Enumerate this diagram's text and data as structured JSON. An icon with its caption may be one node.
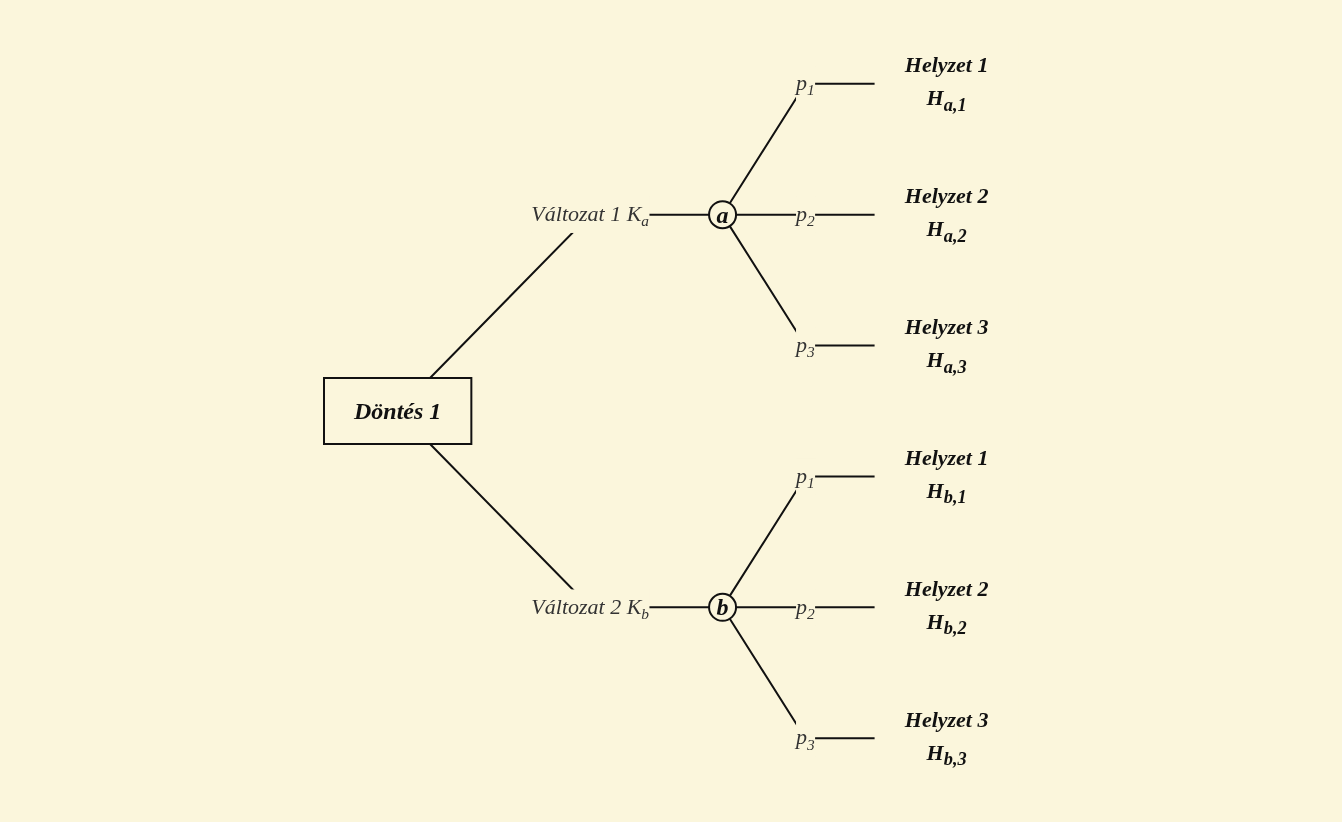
{
  "diagram": {
    "nodes": [
      {
        "text": [
          "Döntés 1"
        ]
      },
      {
        "text": [
          "a"
        ]
      },
      {
        "text": [
          "Helyzet 1",
          "H$_{a,1}$"
        ]
      },
      {
        "text": [
          "Helyzet 2",
          "H$_{a,2}$"
        ]
      },
      {
        "text": [
          "Helyzet 3",
          "H$_{a,3}$"
        ]
      },
      {
        "text": [
          "b"
        ]
      },
      {
        "text": [
          "Helyzet 1",
          "H$_{b,1}$"
        ]
      },
      {
        "text": [
          "Helyzet 2",
          "H$_{b,2}$"
        ]
      },
      {
        "text": [
          "Helyzet 3",
          "H$_{b,3}$"
        ]
      }
    ],
    "edges": [
      {
        "from": 0,
        "to": 1,
        "arrow": "none",
        "label": "Változat 1 K$_{a}$"
      },
      {
        "from": 1,
        "to": 2,
        "arrow": "none",
        "label": "p$_{1}$"
      },
      {
        "from": 1,
        "to": 3,
        "arrow": "none",
        "label": "p$_{2}$"
      },
      {
        "from": 1,
        "to": 4,
        "arrow": "none",
        "label": "p$_{3}$"
      },
      {
        "from": 0,
        "to": 5,
        "arrow": "none",
        "label": "Változat 2 K$_{b}$"
      },
      {
        "from": 5,
        "to": 6,
        "arrow": "none",
        "label": "p$_{1}$"
      },
      {
        "from": 5,
        "to": 7,
        "arrow": "none",
        "label": "p$_{2}$"
      },
      {
        "from": 5,
        "to": 8,
        "arrow": "none",
        "label": "p$_{3}$"
      }
    ]
  }
}
